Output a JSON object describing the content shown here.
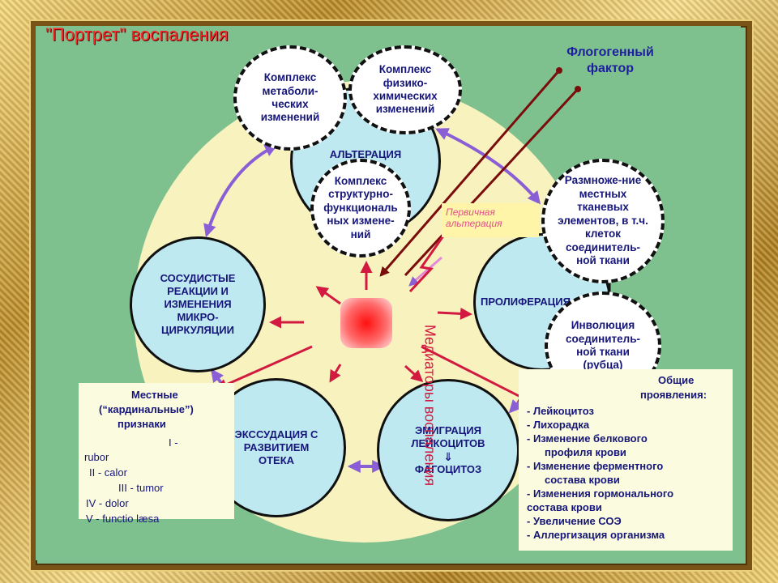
{
  "title": "\"Портрет\" воспаления",
  "phlogogenic_factor": "Флогогенный фактор",
  "primary_alteration": "Первичная альтерация",
  "mediators": "Медиаторы воспаления",
  "alteration": "АЛЬТЕРАЦИЯ",
  "complex_metabolic": "Комплекс метаболи-ческих изменений",
  "complex_physchem": "Комплекс физико-химических изменений",
  "complex_structural": "Комплекс структурно-функциональ ных измене-ний",
  "proliferation": "ПРОЛИФЕРАЦИЯ",
  "reproduction": "Размноже-ние местных тканевых элементов, в т.ч. клеток соединитель-ной ткани",
  "involution": "Инволюция соединитель-ной ткани (рубца)",
  "vascular": "СОСУДИСТЫЕ РЕАКЦИИ И ИЗМЕНЕНИЯ МИКРО-ЦИРКУЛЯЦИИ",
  "exudation": "ЭКССУДАЦИЯ С РАЗВИТИЕМ ОТЕКА",
  "emigration": "ЭМИГРАЦИЯ ЛЕЙКОЦИТОВ",
  "phagocytosis": "ФАГОЦИТОЗ",
  "local_signs": {
    "title_1": "Местные",
    "title_2": "(“кардинальные”)",
    "title_3": "признаки",
    "signs": [
      "I  - rubor",
      "II  -  calor",
      "III -  tumor",
      "IV -  dolor",
      "V   - functio læsa"
    ]
  },
  "general": {
    "title_1": "Общие",
    "title_2": "проявления:",
    "items": [
      "- Лейкоцитоз",
      "- Лихорадка",
      "- Изменение белкового",
      "профиля крови",
      "- Изменение   ферментного",
      "состава крови",
      "- Изменения гормонального",
      "состава крови",
      "- Увеличение СОЭ",
      "- Аллергизация организма"
    ]
  },
  "colors": {
    "frame_gold": "#c9a24a",
    "background_green": "#7ec08e",
    "cell_yellow": "#f8f2bf",
    "circle_blue": "#bfe9f1",
    "text_navy": "#16167a",
    "title_red": "#ff2a2a",
    "arrow_purple": "#8a5fd6",
    "arrow_crimson": "#d2193f",
    "factor_arrow": "#7a0c0c"
  }
}
